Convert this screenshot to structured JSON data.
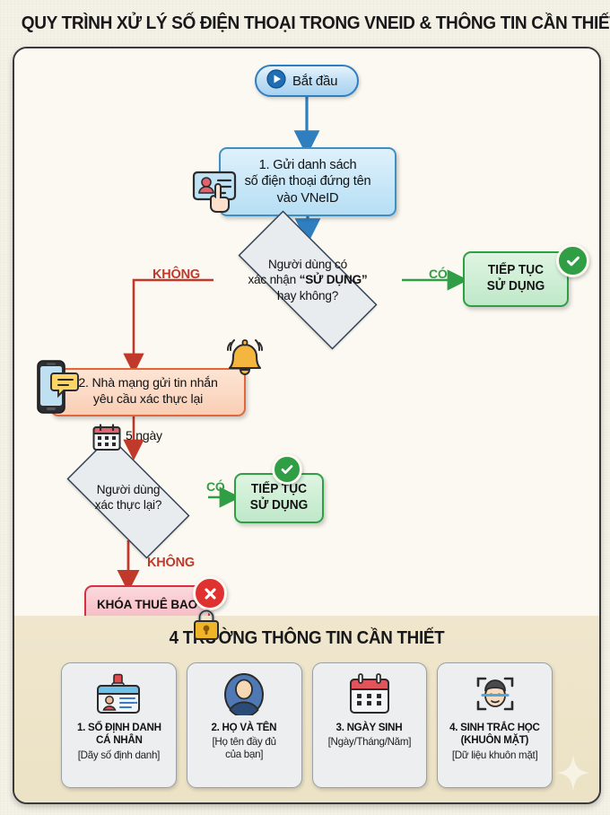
{
  "title": "QUY TRÌNH XỬ LÝ SỐ ĐIỆN THOẠI TRONG VNEID & THÔNG TIN CẦN THIẾT",
  "colors": {
    "page_bg": "#f4f1e6",
    "card_bg": "#fbf9f1",
    "bottom_bg": "#ece2c5",
    "blue_border": "#3d8fc4",
    "blue_fill": "#c8e7f8",
    "green_border": "#2f9e44",
    "green_fill": "#cdeed4",
    "orange_border": "#e2663a",
    "orange_fill": "#fbd9c4",
    "red_border": "#d7303f",
    "red_fill": "#f8c6cd",
    "diamond_fill": "#e9ecef",
    "diamond_border": "#2c3e50",
    "no_label": "#c0392b",
    "yes_label": "#2f9e44"
  },
  "flow": {
    "start": {
      "label": "Bắt đầu",
      "icon": "play-icon"
    },
    "step1": {
      "line1": "1. Gửi danh sách",
      "line2": "số điện thoại đứng tên",
      "line3": "vào VNeID",
      "icon": "id-card-tap-icon"
    },
    "decision1": {
      "line1": "Người dùng có",
      "line2_prefix": "xác nhận ",
      "line2_quoted": "“SỬ DỤNG”",
      "line3": "hay không?"
    },
    "decision1_yes_label": "CÓ",
    "decision1_no_label": "KHÔNG",
    "terminal1": {
      "line1": "TIẾP TỤC",
      "line2": "SỬ DỤNG",
      "badge": "check-icon"
    },
    "step2": {
      "line1": "2. Nhà mạng gửi tin nhắn",
      "line2": "yêu cầu xác thực lại",
      "icon_left": "phone-message-icon",
      "icon_right": "bell-ringing-icon"
    },
    "wait_label": "5 ngày",
    "wait_icon": "calendar-icon",
    "decision2": {
      "line1": "Người dùng",
      "line2": "xác thực lại?"
    },
    "decision2_yes_label": "CÓ",
    "decision2_no_label": "KHÔNG",
    "terminal2": {
      "line1": "TIẾP TỤC",
      "line2": "SỬ DỤNG",
      "badge": "check-icon"
    },
    "terminal3": {
      "label": "KHÓA THUÊ BAO",
      "badge": "x-icon",
      "icon": "lock-icon"
    }
  },
  "bottom": {
    "title": "4 TRƯỜNG THÔNG TIN CẦN THIẾT",
    "cards": [
      {
        "icon": "id-badge-icon",
        "title_line1": "1. SỐ ĐỊNH DANH",
        "title_line2": "CÁ NHÂN",
        "sub_line1": "[Dãy số định danh]",
        "sub_line2": ""
      },
      {
        "icon": "user-avatar-icon",
        "title_line1": "2. HỌ VÀ TÊN",
        "title_line2": "",
        "sub_line1": "[Họ tên đầy đủ",
        "sub_line2": "của bạn]"
      },
      {
        "icon": "calendar-icon",
        "title_line1": "3. NGÀY SINH",
        "title_line2": "",
        "sub_line1": "[Ngày/Tháng/Năm]",
        "sub_line2": ""
      },
      {
        "icon": "face-scan-icon",
        "title_line1": "4. SINH TRẮC HỌC",
        "title_line2": "(KHUÔN MẶT)",
        "sub_line1": "[Dữ liệu khuôn mặt]",
        "sub_line2": ""
      }
    ]
  }
}
